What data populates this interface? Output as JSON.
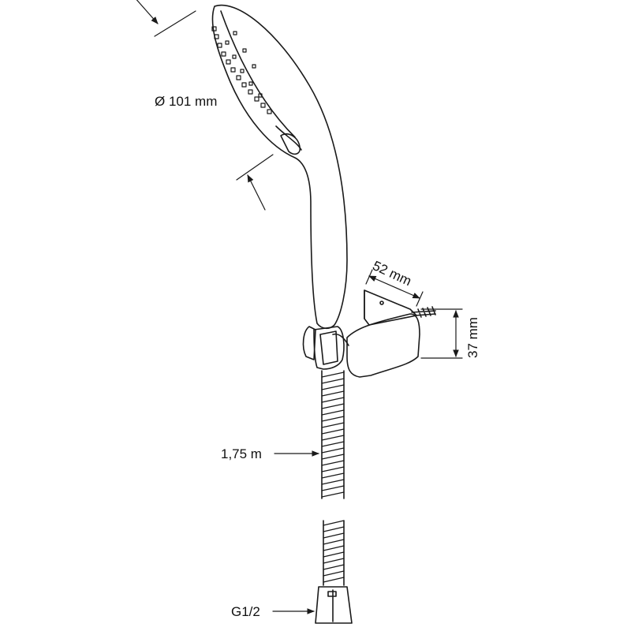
{
  "labels": {
    "head_diameter": "Ø 101 mm",
    "hose_length": "1,75 m",
    "bracket_depth": "52 mm",
    "bracket_height": "37 mm",
    "thread": "G1/2"
  },
  "colors": {
    "line": "#1a1a1a",
    "background": "#ffffff"
  }
}
